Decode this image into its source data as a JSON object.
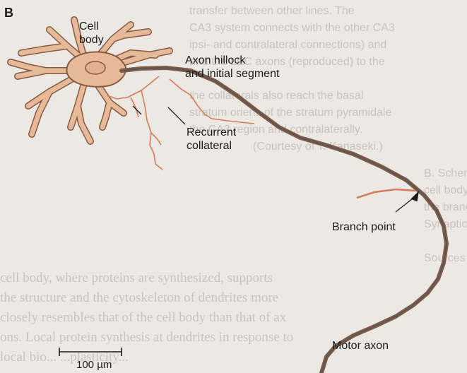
{
  "figure": {
    "panel_letter": "B",
    "labels": {
      "cell_body": [
        "Cell",
        "body"
      ],
      "axon_hillock": [
        "Axon hillock",
        "and initial segment"
      ],
      "recurrent": [
        "Recurrent",
        "collateral"
      ],
      "branch_point": "Branch point",
      "motor_axon": "Motor axon"
    },
    "scale_bar": {
      "label": "100 µm"
    },
    "colors": {
      "neuron_fill": "#e6b999",
      "neuron_stroke": "#8a5a40",
      "axon_core": "#5a5a5a",
      "collateral": "#d77a5a",
      "text": "#1b1b1b",
      "background": "#ece9e4"
    }
  },
  "bleed_through_text": [
    "transfer between other lines. The",
    "CA3 system connects with the other CA3",
    "ipsi- and contralateral connections) and",
    "and the LEC axons (reproduced) to the",
    "the collaterals also reach the basal",
    "stratum oriens of the stratum pyramidale",
    "the CA3 region and contralaterally.",
    "(Courtesy of T. Kanaseki.)",
    "B. Schematic drawing of a motor neuron.",
    "cell body with dendrites and axon...",
    "the branch point of the axon...",
    "Synaptic connections...",
    "Sources of...",
    "cell body, where proteins are synthesized, supports",
    "the structure and the cytoskeleton of dendrites more",
    "closely resembles that of the cell body than that of ax",
    "ons. Local protein synthesis at dendrites in response to",
    "local bio...  ...plasticity..."
  ]
}
